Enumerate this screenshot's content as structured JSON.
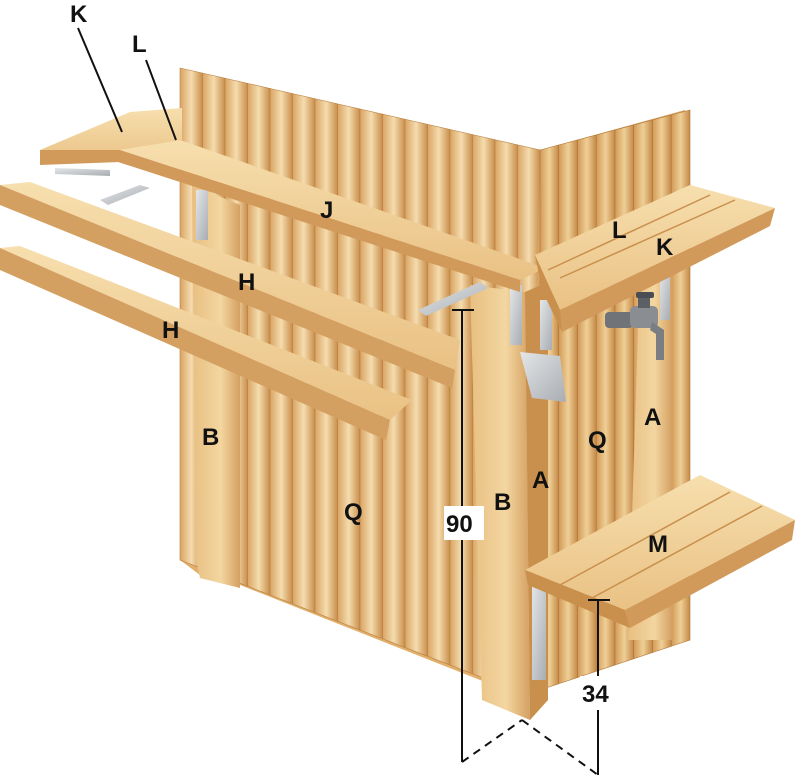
{
  "labels": {
    "k_top_left": "K",
    "l_top_left": "L",
    "j_board": "J",
    "h_upper": "H",
    "h_lower": "H",
    "b_left_post": "B",
    "q_front": "Q",
    "b_corner_post": "B",
    "a_side": "A",
    "q_side": "Q",
    "a_right": "A",
    "l_right_shelf": "L",
    "k_right_shelf": "K",
    "m_lower_shelf": "M"
  },
  "dimensions": {
    "height_total": "90",
    "height_lower_shelf": "34"
  },
  "colors": {
    "wood_light": "#f2d39b",
    "wood_mid": "#e6b978",
    "wood_dark": "#c98f4c",
    "bracket": "#c9ccd0",
    "line": "#111111"
  },
  "icons": {
    "tap": "water-tap-icon",
    "bracket": "metal-bracket-icon"
  }
}
